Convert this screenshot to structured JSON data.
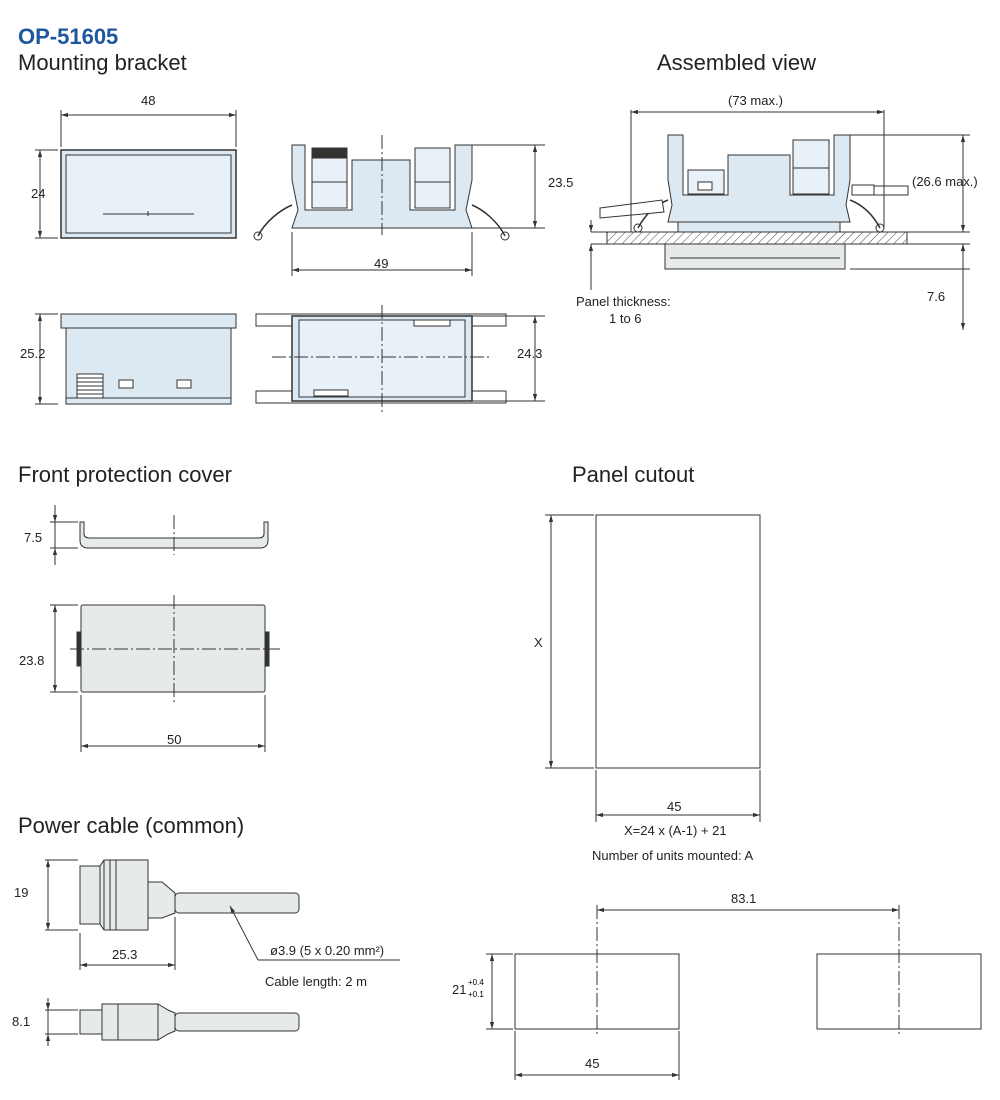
{
  "title": "OP-51605",
  "sections": {
    "mounting_bracket": "Mounting bracket",
    "assembled_view": "Assembled view",
    "front_cover": "Front protection cover",
    "panel_cutout": "Panel cutout",
    "power_cable": "Power cable (common)"
  },
  "bracket": {
    "w48": "48",
    "h24": "24",
    "h23_5": "23.5",
    "w49": "49",
    "h25_2": "25.2",
    "h24_3": "24.3"
  },
  "assembled": {
    "w73": "(73 max.)",
    "h26_6": "(26.6 max.)",
    "panel_thickness": "Panel thickness:",
    "panel_range": "1 to 6",
    "d7_6": "7.6"
  },
  "cover": {
    "h7_5": "7.5",
    "h23_8": "23.8",
    "w50": "50"
  },
  "cutout": {
    "x": "X",
    "w45": "45",
    "formula": "X=24 x (A-1) + 21",
    "units_note": "Number of units mounted: A",
    "pitch": "83.1",
    "h21": "21",
    "tol_upper": "+0.4",
    "tol_lower": "+0.1",
    "w45b": "45"
  },
  "cable": {
    "h19": "19",
    "w25_3": "25.3",
    "dia": "ø3.9 (5 x 0.20 mm²)",
    "length": "Cable length: 2 m",
    "h8_1": "8.1"
  }
}
